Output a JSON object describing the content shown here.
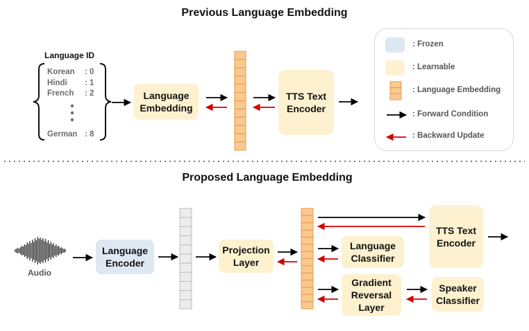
{
  "titles": {
    "previous": "Previous Language Embedding",
    "proposed": "Proposed Language Embedding"
  },
  "language_id": {
    "label": "Language ID",
    "rows": [
      {
        "name": "Korean",
        "value": ": 0"
      },
      {
        "name": "Hindi",
        "value": ": 1"
      },
      {
        "name": "French",
        "value": ": 2"
      },
      {
        "name": "German",
        "value": ": 8"
      }
    ]
  },
  "previous": {
    "language_embedding": "Language Embedding",
    "tts_text_encoder": "TTS Text Encoder"
  },
  "legend": {
    "frozen": ": Frozen",
    "learnable": ": Learnable",
    "language_embedding": ": Language Embedding",
    "forward": ": Forward Condition",
    "backward": ": Backward Update"
  },
  "proposed": {
    "audio": "Audio",
    "language_encoder": "Language Encoder",
    "projection_layer": "Projection Layer",
    "language_classifier": "Language Classifier",
    "gradient_reversal_layer": "Gradient Reversal Layer",
    "tts_text_encoder": "TTS Text Encoder",
    "speaker_classifier": "Speaker Classifier"
  },
  "colors": {
    "learnable": "#fdf1cf",
    "frozen": "#dde8f3",
    "embedding_fill": "#f9c98f",
    "embedding_stroke": "#e79a4b",
    "frozen_vector_fill": "#ececec",
    "forward_arrow": "#000000",
    "backward_arrow": "#d40000"
  }
}
